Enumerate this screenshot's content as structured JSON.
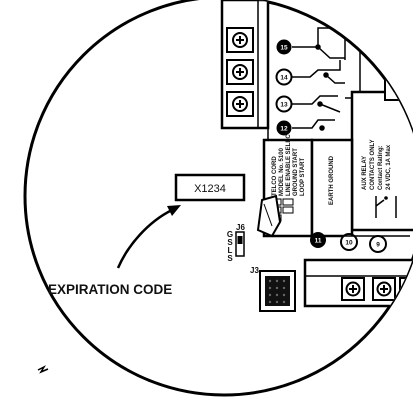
{
  "labels": {
    "code_box": "X1234",
    "callout": "EXPIRATION CODE",
    "jumper_name": "J6",
    "jumper_pins": [
      "G",
      "S",
      "L",
      "S"
    ],
    "connector": "J3"
  },
  "telco_card": [
    "TELCO CORD",
    "MODEL No. 5100",
    "LINE ENABLE SELECT",
    "GROUND START",
    "LOOP START"
  ],
  "earth_label": "EARTH GROUND",
  "relay_card": [
    "AUX RELAY",
    "CONTACTS ONLY",
    "Contact Rating:",
    "24 VDC, 1A Max"
  ],
  "terminal_numbers": [
    "15",
    "14",
    "13",
    "12",
    "11",
    "10",
    "9"
  ]
}
